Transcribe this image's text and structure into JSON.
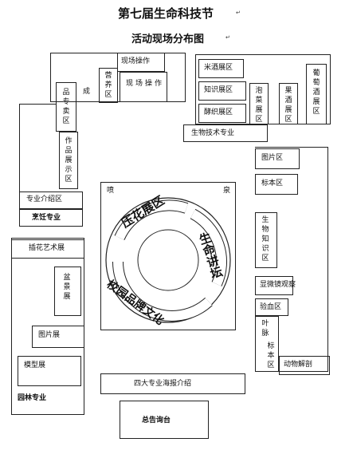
{
  "title": "第七届生命科技节",
  "subtitle": "活动现场分布图",
  "left_top": {
    "products": "品专卖区",
    "cheng": "成",
    "nutrition": "营养区",
    "onsite1": "现场操作",
    "onsite2": "现场操作",
    "works": "作品展示区",
    "intro": "专业介绍区",
    "major": "烹饪专业"
  },
  "right_top": {
    "rice": "米酒展区",
    "knowledge": "知识展区",
    "fermentation": "酵织展区",
    "pickles": "泡菜展区",
    "fruitwine": "果酒展区",
    "grapewine": "葡萄酒展区",
    "major": "生物技术专业"
  },
  "right_mid": {
    "pictures": "图片区",
    "specimen": "标本区",
    "bioknowledge": "生物知识区",
    "microscope": "显微镜观察",
    "blood": "验血区",
    "leaf": "叶脉",
    "leaf_specimen": "标本区",
    "dissection": "动物解剖"
  },
  "left_bottom": {
    "flower_art": "插花艺术展",
    "bonsai": "盆景展",
    "pictures": "图片展",
    "model": "模型展",
    "major": "园林专业"
  },
  "center": {
    "fountain_left": "喷",
    "fountain_right": "泉",
    "pressed_flower": "压花展区",
    "life_forum": "生命讲坛",
    "campus_culture": "校园品牌文化"
  },
  "bottom": {
    "four_majors": "四大专业海报介绍",
    "chorus": "总告询台"
  }
}
